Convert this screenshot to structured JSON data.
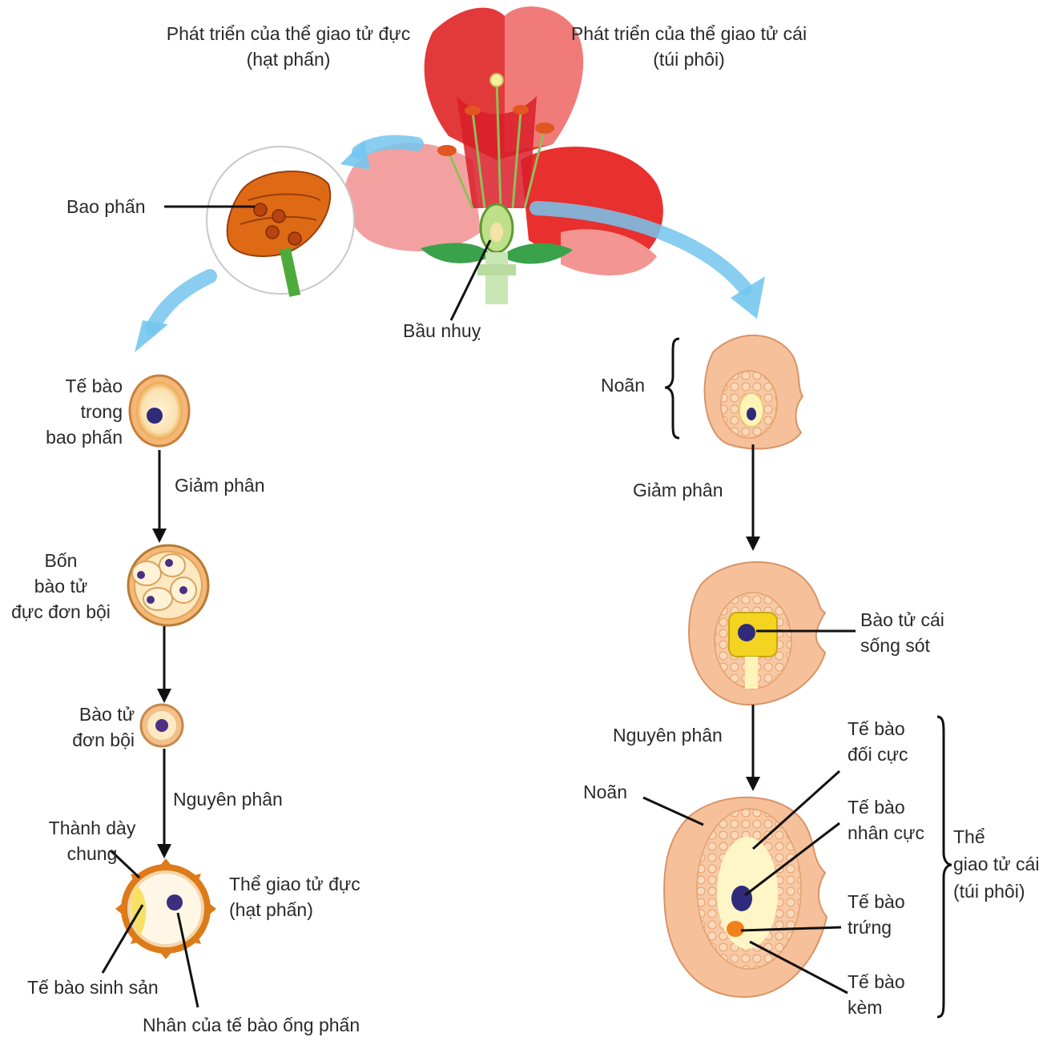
{
  "header": {
    "left_title": "Phát triển của thể giao tử đực",
    "left_subtitle": "(hạt phấn)",
    "right_title": "Phát triển của thể giao tử cái",
    "right_subtitle": "(túi phôi)"
  },
  "flower": {
    "anther_label": "Bao phấn",
    "ovary_label": "Bầu nhuỵ"
  },
  "male_path": {
    "cell_label": [
      "Tế bào",
      "trong",
      "bao phấn"
    ],
    "meiosis_label": "Giảm phân",
    "tetrad_label": [
      "Bốn",
      "bào tử",
      "đực đơn bội"
    ],
    "spore_label": [
      "Bào tử",
      "đơn bội"
    ],
    "mitosis_label": "Nguyên phân",
    "wall_label": [
      "Thành dày",
      "chung"
    ],
    "gametophyte_label": [
      "Thể giao tử đực",
      "(hạt phấn)"
    ],
    "generative_label": "Tế bào sinh sản",
    "tube_nucleus_label": "Nhân của tế bào ống phấn"
  },
  "female_path": {
    "ovule_label": "Noãn",
    "meiosis_label": "Giảm phân",
    "megaspore_label": [
      "Bào tử cái",
      "sống sót"
    ],
    "mitosis_label": "Nguyên phân",
    "ovule_label_2": "Noãn",
    "antipodal_label": [
      "Tế bào",
      "đối cực"
    ],
    "polar_label": [
      "Tế bào",
      "nhân cực"
    ],
    "egg_label": [
      "Tế bào",
      "trứng"
    ],
    "synergid_label": [
      "Tế bào",
      "kèm"
    ],
    "embryo_sac_label": [
      "Thể",
      "giao tử cái",
      "(túi phôi)"
    ]
  }
}
